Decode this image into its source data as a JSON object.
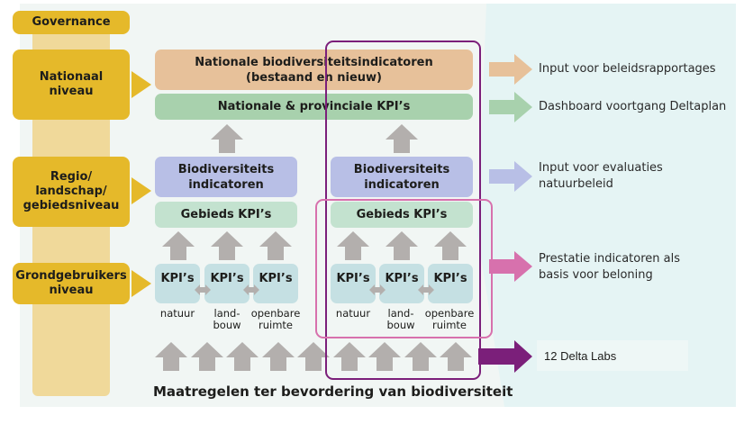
{
  "colors": {
    "governance_gold": "#e5b92a",
    "governance_bar": "#f0d99a",
    "orange": "#e7c19a",
    "green": "#a8d1ad",
    "blue": "#b8bfe6",
    "light_green": "#c3e2cf",
    "kpi_blue": "#c5e0e3",
    "arrow_gray": "#b3afad",
    "purple": "#7b1f7a",
    "pink": "#d771ad"
  },
  "levels": {
    "governance": "Governance",
    "national": [
      "Nationaal",
      "niveau"
    ],
    "regional": [
      "Regio/",
      "landschap/",
      "gebiedsniveau"
    ],
    "landuser": [
      "Grondgebruikers",
      "niveau"
    ]
  },
  "national": {
    "indicators": [
      "Nationale biodiversiteitsindicatoren",
      "(bestaand en nieuw)"
    ],
    "kpis": "Nationale & provinciale KPI’s"
  },
  "regions": [
    {
      "indicators": [
        "Biodiversiteits",
        "indicatoren"
      ],
      "area_kpis": "Gebieds KPI’s",
      "kpis": [
        {
          "label": "KPI’s",
          "sub": [
            "natuur"
          ]
        },
        {
          "label": "KPI’s",
          "sub": [
            "land-",
            "bouw"
          ]
        },
        {
          "label": "KPI’s",
          "sub": [
            "openbare",
            "ruimte"
          ]
        }
      ]
    },
    {
      "indicators": [
        "Biodiversiteits",
        "indicatoren"
      ],
      "area_kpis": "Gebieds KPI’s",
      "kpis": [
        {
          "label": "KPI’s",
          "sub": [
            "natuur"
          ]
        },
        {
          "label": "KPI’s",
          "sub": [
            "land-",
            "bouw"
          ]
        },
        {
          "label": "KPI’s",
          "sub": [
            "openbare",
            "ruimte"
          ]
        }
      ]
    }
  ],
  "outputs": [
    {
      "icon": "arrow-right-orange-icon",
      "lines": [
        "Input voor beleidsrapportages"
      ]
    },
    {
      "icon": "arrow-right-green-icon",
      "lines": [
        "Dashboard voortgang Deltaplan"
      ]
    },
    {
      "icon": "arrow-right-blue-icon",
      "lines": [
        "Input voor evaluaties",
        "natuurbeleid"
      ]
    },
    {
      "icon": "arrow-right-pink-icon",
      "lines": [
        "Prestatie indicatoren als",
        "basis voor beloning"
      ]
    },
    {
      "icon": "arrow-right-purple-icon",
      "lines": [
        "12 Delta Labs"
      ]
    }
  ],
  "bottom_title": "Maatregelen ter bevordering van biodiversiteit",
  "measure_arrow_count": 9
}
